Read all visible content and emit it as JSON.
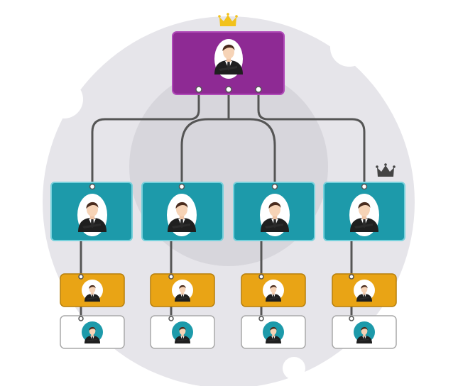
{
  "colors": {
    "background_circle_outer": "#e6e5ea",
    "background_circle_inner": "#d7d6dc",
    "top_box": "#8e2a94",
    "top_box_border": "#b04ab8",
    "manager_box": "#1d9aaa",
    "manager_box_border": "#78d1dc",
    "lead_box": "#e9a415",
    "lead_box_border": "#b77f0a",
    "staff_box": "#ffffff",
    "staff_box_border": "#a9a9a9",
    "connector": "#555555",
    "crown_gold": "#f2c21b",
    "crown_dark": "#444444",
    "suit": "#1f1f1f",
    "skin": "#f6d3b6",
    "hair": "#4a2c1e"
  },
  "icons": {
    "top_crown": "crown-icon-gold",
    "manager_crown": "crown-icon-dark",
    "person": "businessman-portrait-icon"
  },
  "hierarchy": {
    "top": {
      "role": "top-executive",
      "crown": "gold"
    },
    "managers": [
      {
        "index": 1,
        "crown": null
      },
      {
        "index": 2,
        "crown": null
      },
      {
        "index": 3,
        "crown": null
      },
      {
        "index": 4,
        "crown": "dark"
      }
    ],
    "leads_per_manager": 1,
    "staff_per_lead": 1
  }
}
